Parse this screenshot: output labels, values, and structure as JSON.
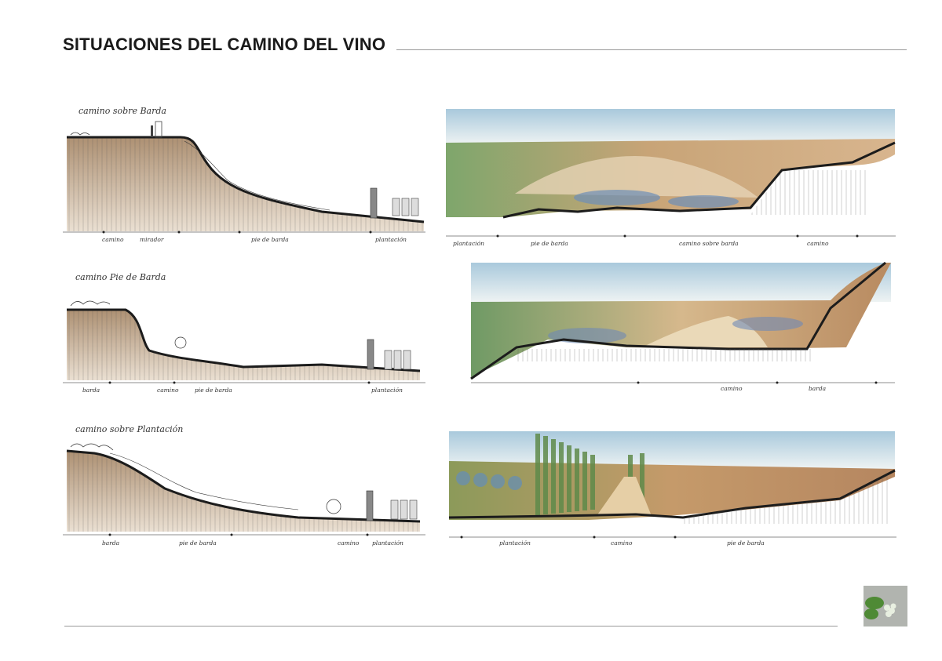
{
  "header": {
    "title": "SITUACIONES DEL CAMINO DEL VINO"
  },
  "sections": [
    {
      "title": "camino sobre Barda",
      "section_labels": [
        "camino",
        "mirador",
        "pie de barda",
        "plantación"
      ],
      "sketch_labels": [
        "plantación",
        "pie de barda",
        "camino sobre barda",
        "camino"
      ]
    },
    {
      "title": "camino Pie de Barda",
      "section_labels": [
        "barda",
        "camino",
        "pie de barda",
        "plantación"
      ],
      "sketch_labels": [
        "camino",
        "barda"
      ]
    },
    {
      "title": "camino sobre Plantación",
      "section_labels": [
        "barda",
        "pie de barda",
        "camino",
        "plantación"
      ],
      "sketch_labels": [
        "plantación",
        "camino",
        "pie de barda"
      ]
    }
  ],
  "colors": {
    "earth": "#b89a78",
    "sky": "#c9dde8",
    "green": "#7fa86a",
    "ink": "#1c1c1c"
  }
}
